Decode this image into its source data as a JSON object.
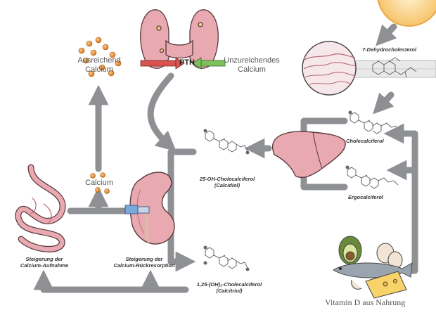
{
  "labels": {
    "adequate_calcium": "Ausreichend\nCalcium",
    "insufficient_calcium": "Unzureichendes\nCalcium",
    "pth": "PTH",
    "calcium": "Calcium",
    "dehydrocholesterol": "7-Dehydrocholesterol",
    "cholecalciferol": "Cholecalciferol",
    "ergocalciferol": "Ergocalciferol",
    "calcidiol": "25-OH-Cholecalciferol\n(Calcidiol)",
    "calcitriol": "1,25-(OH)₂-Cholecalciferol\n(Calcitriol)",
    "intestine_effect": "Steigerung der\nCalcium-Aufnahme",
    "kidney_effect": "Steigerung der\nCalcium-Rückresorption",
    "diet": "Vitamin D aus Nahrung"
  },
  "colors": {
    "arrow": "#8e9094",
    "organ_pink": "#e8a9b0",
    "organ_outline": "#5a3a3e",
    "calcium_ball": "#e8953a",
    "sun": "#f7c46a",
    "pth_red": "#d9534f",
    "pth_green": "#7cc25a",
    "molecule": "#666666"
  },
  "icons": [
    "sun-icon",
    "thyroid-gland-icon",
    "skin-cross-section-icon",
    "liver-icon",
    "kidney-icon",
    "intestine-icon",
    "food-icon",
    "molecule-icon",
    "calcium-ball-icon"
  ]
}
